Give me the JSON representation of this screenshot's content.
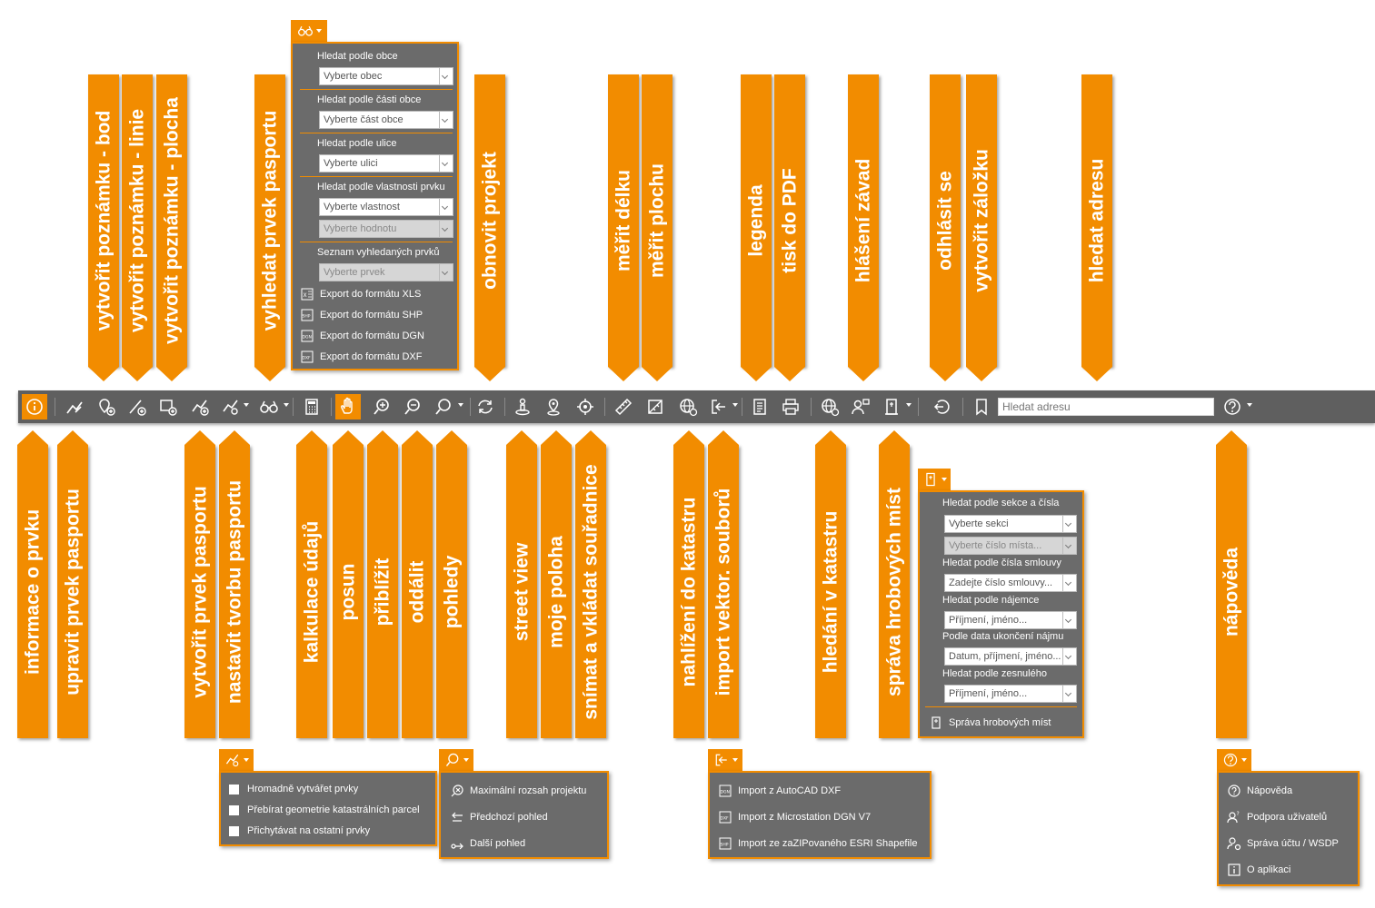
{
  "callouts_top": [
    "vytvořit poznámku - bod",
    "vytvořit poznámku - linie",
    "vytvořit poznámku - plocha",
    "vyhledat prvek pasportu",
    "obnovit projekt",
    "měřit délku",
    "měřit plochu",
    "legenda",
    "tisk do PDF",
    "hlášení závad",
    "odhlásit se",
    "vytvořit záložku",
    "hledat adresu"
  ],
  "callouts_bottom": [
    "informace o prvku",
    "upravit prvek pasportu",
    "vytvořit prvek pasportu",
    "nastavit tvorbu pasportu",
    "kalkulace údajů",
    "posun",
    "přiblížit",
    "oddálit",
    "pohledy",
    "street view",
    "moje poloha",
    "snímat a vkládat souřadnice",
    "nahlížení do katastru",
    "import vektor. souborů",
    "hledání v katastru",
    "správa hrobových míst",
    "nápověda"
  ],
  "toolbar": {
    "address_placeholder": "Hledat adresu",
    "accent_color": "#f28c00",
    "bar_color": "#5f5f5f"
  },
  "search_panel": {
    "obec_label": "Hledat podle obce",
    "obec_select": "Vyberte obec",
    "cast_label": "Hledat podle části obce",
    "cast_select": "Vyberte část obce",
    "ulice_label": "Hledat podle ulice",
    "ulice_select": "Vyberte ulici",
    "vlastnost_label": "Hledat podle vlastnosti prvku",
    "vlastnost_select": "Vyberte vlastnost",
    "hodnota_select": "Vyberte hodnotu",
    "seznam_label": "Seznam vyhledaných prvků",
    "prvek_select": "Vyberte prvek",
    "exports": [
      {
        "icon": "xls-icon",
        "label": "Export do formátu XLS"
      },
      {
        "icon": "shp-icon",
        "label": "Export do formátu SHP"
      },
      {
        "icon": "dgn-icon",
        "label": "Export do formátu DGN"
      },
      {
        "icon": "dxf-icon",
        "label": "Export do formátu DXF"
      }
    ]
  },
  "graves_panel": {
    "sekce_label": "Hledat podle sekce a čísla",
    "sekce_select": "Vyberte sekci",
    "misto_select": "Vyberte číslo místa...",
    "smlouva_label": "Hledat podle čísla smlouvy",
    "smlouva_select": "Zadejte číslo smlouvy...",
    "najemce_label": "Hledat podle nájemce",
    "najemce_select": "Příjmení, jméno...",
    "datum_label": "Podle data ukončení nájmu",
    "datum_select": "Datum, příjmení, jméno...",
    "zesnuly_label": "Hledat podle zesnulého",
    "zesnuly_select": "Příjmení, jméno...",
    "manage_label": "Správa hrobových míst"
  },
  "settings_panel": {
    "items": [
      "Hromadně vytvářet prvky",
      "Přebírat geometrie katastrálních parcel",
      "Přichytávat na ostatní prvky"
    ]
  },
  "views_panel": {
    "items": [
      "Maximální rozsah projektu",
      "Předchozí pohled",
      "Další pohled"
    ]
  },
  "import_panel": {
    "items": [
      "Import z AutoCAD DXF",
      "Import z Microstation DGN V7",
      "Import ze zaZIPovaného ESRI Shapefile"
    ]
  },
  "help_panel": {
    "items": [
      "Nápověda",
      "Podpora uživatelů",
      "Správa účtu / WSDP",
      "O aplikaci"
    ]
  }
}
